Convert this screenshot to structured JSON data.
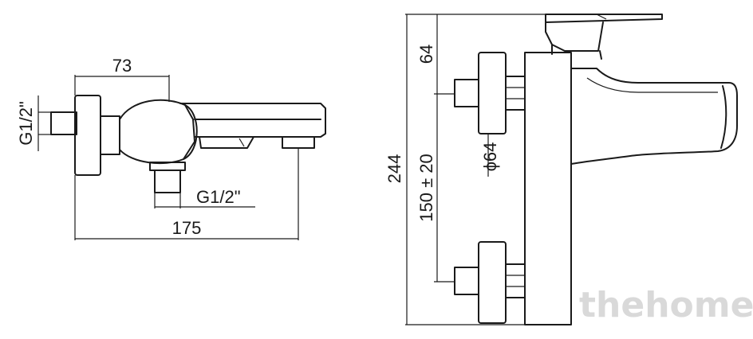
{
  "side_view": {
    "dim_width_top": "73",
    "dim_width_total": "175",
    "thread_wall": "G1/2\"",
    "thread_outlet": "G1/2\""
  },
  "front_view": {
    "dim_height_total": "244",
    "dim_top": "64",
    "dim_spacing": "150 ± 20",
    "dim_diameter": "ϕ64"
  },
  "watermark": "thehome"
}
